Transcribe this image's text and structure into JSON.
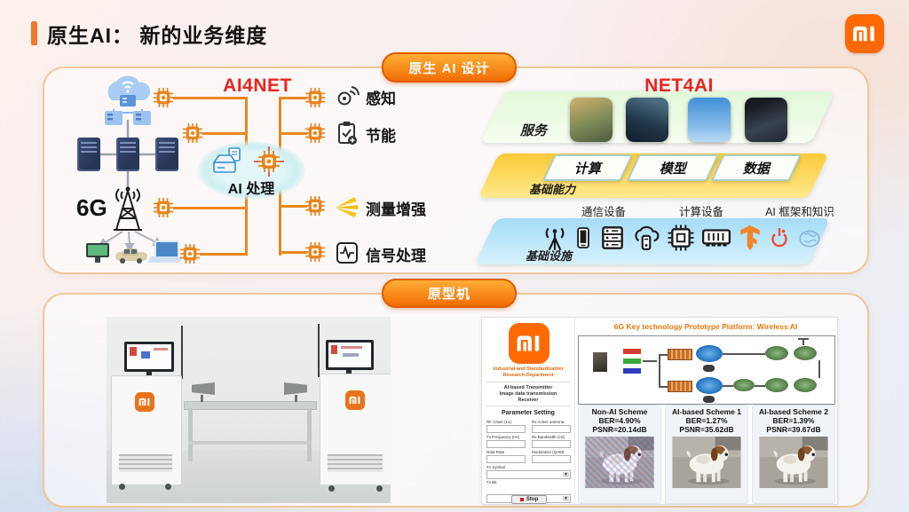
{
  "header": {
    "title": "原生AI： 新的业务维度"
  },
  "design": {
    "badge": "原生 AI 设计",
    "ai4net": {
      "title": "AI4NET",
      "tower_label": "6G",
      "process_label": "AI 处理",
      "functions": [
        {
          "label": "感知",
          "icon": "location-sensing-icon"
        },
        {
          "label": "节能",
          "icon": "energy-checklist-icon"
        },
        {
          "label": "测量增强",
          "icon": "beam-icon"
        },
        {
          "label": "信号处理",
          "icon": "waveform-icon"
        }
      ]
    },
    "net4ai": {
      "title": "NET4AI",
      "service_label": "服务",
      "capability_label": "基础能力",
      "capability_buttons": [
        "计算",
        "模型",
        "数据"
      ],
      "infra_groups": [
        "通信设备",
        "计算设备",
        "AI 框架和知识"
      ],
      "infra_label": "基础设施"
    }
  },
  "prototype": {
    "badge": "原型机",
    "app": {
      "org": [
        "Industrial and Standardization",
        "Research Department"
      ],
      "caption": [
        "AI-based Transmitter",
        "Image data transmission",
        "Receiver"
      ],
      "param_title": "Parameter Setting",
      "fields": [
        {
          "label": "RF Chain (L1)"
        },
        {
          "label": "Rx Active antenna"
        },
        {
          "label": "Tx Frequency (Hz)"
        },
        {
          "label": "Rx Bandwidth (Hz)"
        },
        {
          "label": "Data Rate"
        },
        {
          "label": "Modulation (QAM)"
        }
      ],
      "selects": [
        {
          "label": "Tx Symbol"
        },
        {
          "label": "Tx Bit"
        }
      ],
      "stop_label": "Stop",
      "diagram_title": "6G Key technology Prototype Platform: Wireless AI",
      "schemes": [
        {
          "name": "Non-AI Scheme",
          "ber": "BER=4.90%",
          "psnr": "PSNR=20.14dB"
        },
        {
          "name": "AI-based Scheme 1",
          "ber": "BER=1.27%",
          "psnr": "PSNR=35.62dB"
        },
        {
          "name": "AI-based Scheme 2",
          "ber": "BER=1.39%",
          "psnr": "PSNR=39.67dB"
        }
      ]
    }
  },
  "colors": {
    "brand_orange": "#ff6900",
    "accent_red": "#e8251f",
    "line_orange": "#e8871f"
  }
}
